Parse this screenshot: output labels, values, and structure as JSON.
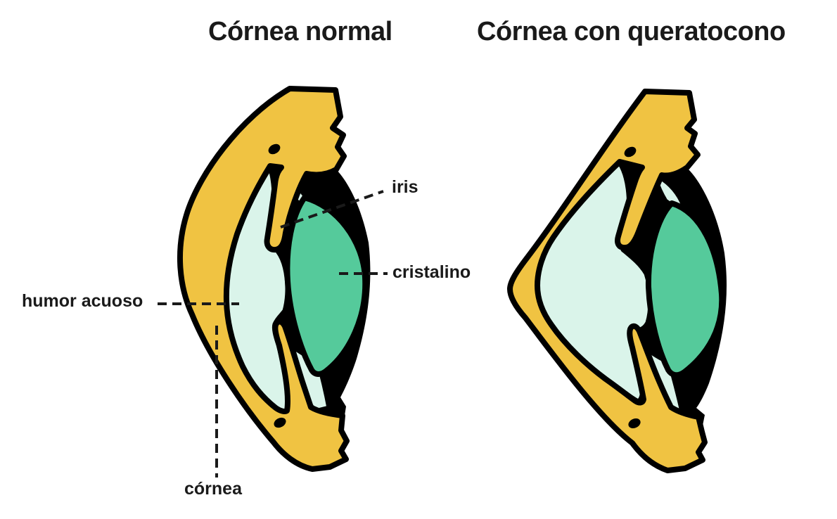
{
  "diagram": {
    "left": {
      "title": "Córnea normal"
    },
    "right": {
      "title": "Córnea con queratocono"
    },
    "callouts": {
      "iris": "iris",
      "cristalino": "cristalino",
      "humor_acuoso": "humor acuoso",
      "cornea": "córnea"
    },
    "colors": {
      "sclera_cornea_yellow": "#F0C342",
      "aqueous_humor_mint": "#DAF4EA",
      "lens_green": "#55CA9B",
      "outline": "#000000",
      "text": "#1A1A1A",
      "background": "#FFFFFF"
    }
  }
}
